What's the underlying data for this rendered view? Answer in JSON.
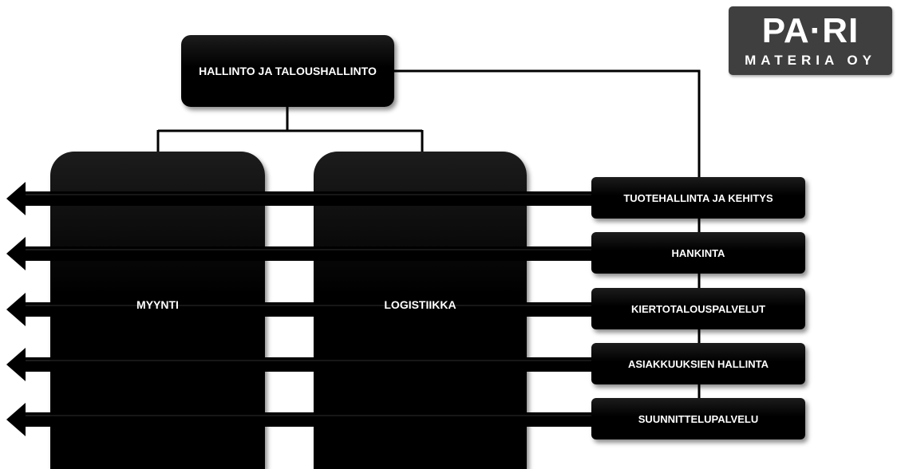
{
  "diagram": {
    "top_box": "HALLINTO JA TALOUSHALLINTO",
    "columns": [
      "MYYNTI",
      "LOGISTIIKKA"
    ],
    "services": [
      "TUOTEHALLINTA JA KEHITYS",
      "HANKINTA",
      "KIERTOTALOUSPALVELUT",
      "ASIAKKUUKSIEN HALLINTA",
      "SUUNNITTELUPALVELU"
    ]
  },
  "logo": {
    "line1": "PA·RI",
    "line2": "MATERIA OY"
  }
}
